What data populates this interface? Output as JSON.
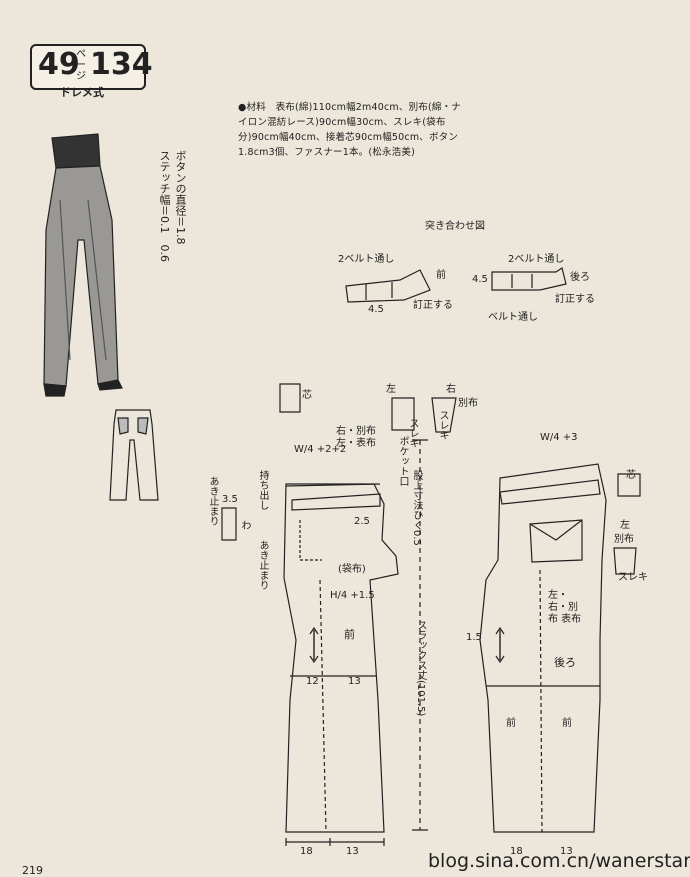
{
  "header": {
    "badge_left": "49",
    "badge_page_label": "ページ",
    "badge_right": "134",
    "badge_sub": "ドレメ式"
  },
  "materials": {
    "text": "●材料　表布(綿)110cm幅2m40cm、別布(綿・ナイロン混紡レース)90cm幅30cm、スレキ(袋布分)90cm幅40cm、接着芯90cm幅50cm、ボタン1.8cm3個、ファスナー1本。(松永浩美)"
  },
  "notes": {
    "button_dia": "ボタンの直径＝1.8",
    "stitch": "ステッチ幅＝0.1　0.6"
  },
  "diagram": {
    "assembly_title": "突き合わせ図",
    "belt_loop_2a": "2ベルト通し",
    "belt_loop_2b": "2ベルト通し",
    "belt_loop_2c": "ベルト通し",
    "front": "前",
    "back": "後ろ",
    "correct1": "訂正する",
    "correct2": "訂正する",
    "shin": "芯",
    "left": "左",
    "right": "右",
    "betsununo": "別布",
    "sureki": "スレキ",
    "pocket_mouth": "ポケット口",
    "fukuro": "(袋布)",
    "waist_formula_f": "W/4 +2+2",
    "waist_formula_b": "W/4 +3",
    "hip_formula": "H/4 +1.5",
    "crotch": "股上寸法ひく0.5",
    "slacks_len": "スラックス丈(101.5)",
    "akidomari": "あき止まり",
    "mochidashi": "持ち出し",
    "wa": "わ",
    "right_left": "右・別布 左・表布",
    "left_right": "左・右・別布 表布",
    "n_35": "3.5",
    "n_45": "4.5",
    "n_12": "12",
    "n_13": "13",
    "n_18": "18",
    "n_25": "2.5",
    "n_15": "1.5"
  },
  "footer": {
    "watermark": "blog.sina.com.cn/wanerstart",
    "page_no": "219"
  }
}
